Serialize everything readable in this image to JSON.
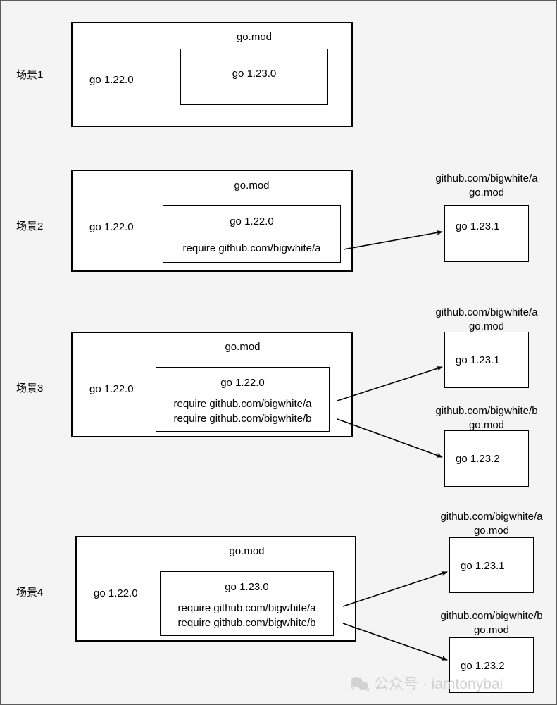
{
  "page": {
    "background": "#f4f4f4",
    "border_color": "#5b5b5b",
    "stroke_color": "#000000"
  },
  "scenes": [
    {
      "label": "场景1",
      "outer": {
        "go_version": "go 1.22.0",
        "gomod_caption": "go.mod",
        "inner": {
          "go_version": "go 1.23.0",
          "requires": []
        }
      },
      "deps": []
    },
    {
      "label": "场景2",
      "outer": {
        "go_version": "go 1.22.0",
        "gomod_caption": "go.mod",
        "inner": {
          "go_version": "go 1.22.0",
          "requires": [
            "require github.com/bigwhite/a"
          ]
        }
      },
      "deps": [
        {
          "module": "github.com/bigwhite/a",
          "gomod_caption": "go.mod",
          "go_version": "go 1.23.1"
        }
      ]
    },
    {
      "label": "场景3",
      "outer": {
        "go_version": "go 1.22.0",
        "gomod_caption": "go.mod",
        "inner": {
          "go_version": "go 1.22.0",
          "requires": [
            "require github.com/bigwhite/a",
            "require github.com/bigwhite/b"
          ]
        }
      },
      "deps": [
        {
          "module": "github.com/bigwhite/a",
          "gomod_caption": "go.mod",
          "go_version": "go 1.23.1"
        },
        {
          "module": "github.com/bigwhite/b",
          "gomod_caption": "go.mod",
          "go_version": "go 1.23.2"
        }
      ]
    },
    {
      "label": "场景4",
      "outer": {
        "go_version": "go 1.22.0",
        "gomod_caption": "go.mod",
        "inner": {
          "go_version": "go 1.23.0",
          "requires": [
            "require github.com/bigwhite/a",
            "require github.com/bigwhite/b"
          ]
        }
      },
      "deps": [
        {
          "module": "github.com/bigwhite/a",
          "gomod_caption": "go.mod",
          "go_version": "go 1.23.1"
        },
        {
          "module": "github.com/bigwhite/b",
          "gomod_caption": "go.mod",
          "go_version": "go 1.23.2"
        }
      ]
    }
  ],
  "watermark": {
    "icon": "wechat-icon",
    "text": "公众号 · iamtonybai",
    "color": "#d2d2d2"
  }
}
